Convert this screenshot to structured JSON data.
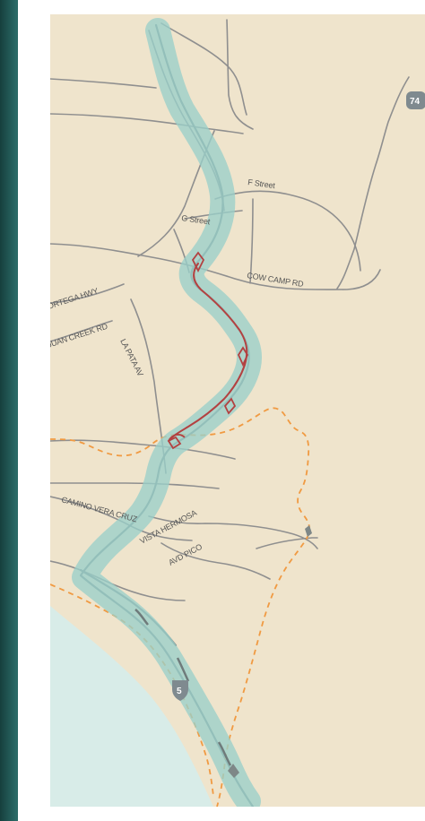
{
  "map": {
    "colors": {
      "land": "#efe4cc",
      "ocean": "#d8ece8",
      "corridor": "#9ad0c9",
      "project_route": "#b34141",
      "boundary": "#f09a42",
      "road": "#8f8f8f",
      "highway_shield": "#7f8a8f"
    },
    "labels": {
      "f_street": "F Street",
      "g_street": "G Street",
      "cow_camp_rd": "COW CAMP RD",
      "ortega_hwy": "ORTEGA HWY",
      "juan_creek_rd": "JUAN CREEK RD",
      "la_pata_av": "LA PATA AV",
      "camino_vera_cruz": "CAMINO VERA CRUZ",
      "vista_hermosa": "VISTA HERMOSA",
      "avd_pico": "AVD PICO"
    },
    "shields": {
      "route_74": "74",
      "route_5": "5"
    }
  }
}
